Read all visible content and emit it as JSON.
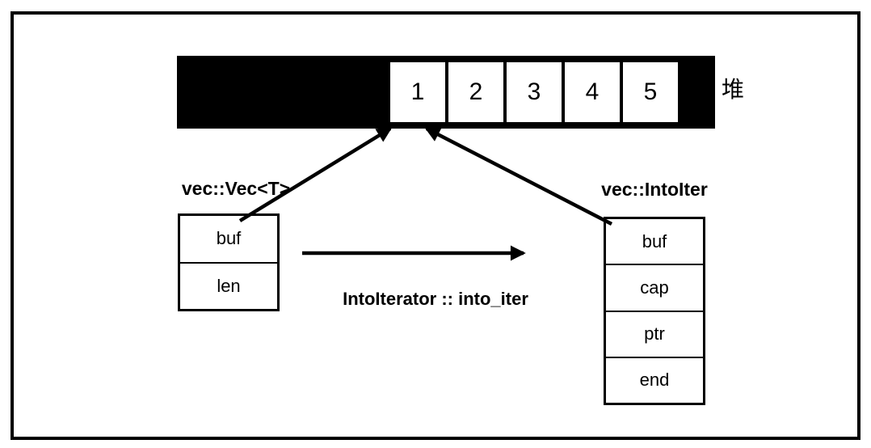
{
  "diagram": {
    "heap": {
      "label": "堆",
      "cells": [
        "1",
        "2",
        "3",
        "4",
        "5"
      ]
    },
    "vec_struct": {
      "title": "vec::Vec<T>",
      "fields": [
        "buf",
        "len"
      ]
    },
    "intoiter_struct": {
      "title": "vec::IntoIter",
      "fields": [
        "buf",
        "cap",
        "ptr",
        "end"
      ]
    },
    "transition": {
      "label": "IntoIterator :: into_iter"
    },
    "colors": {
      "foreground": "#000000",
      "background": "#ffffff",
      "heap_fill": "#000000",
      "cell_fill": "#ffffff"
    }
  }
}
